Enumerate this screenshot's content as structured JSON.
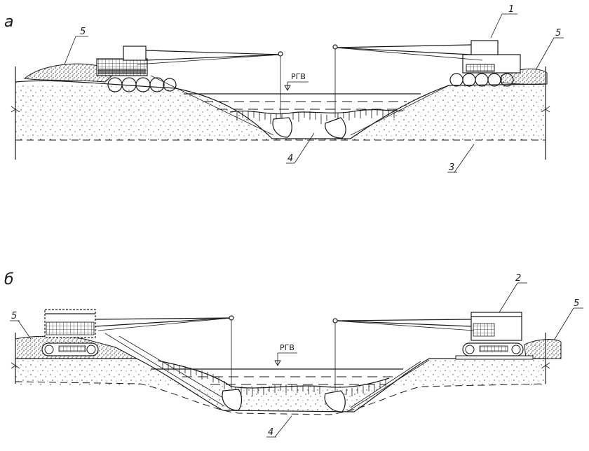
{
  "panel_a": {
    "label": "а",
    "water_level_label": "РГВ",
    "callouts": {
      "dragline": "1",
      "excavation": "4",
      "design_bottom": "3",
      "spoil_left": "5",
      "spoil_right": "5"
    }
  },
  "panel_b": {
    "label": "б",
    "water_level_label": "РГВ",
    "callouts": {
      "dragline": "2",
      "excavation": "4",
      "spoil_left": "5",
      "spoil_right": "5"
    }
  },
  "colors": {
    "ink": "#1a1a1a",
    "background": "#ffffff"
  }
}
